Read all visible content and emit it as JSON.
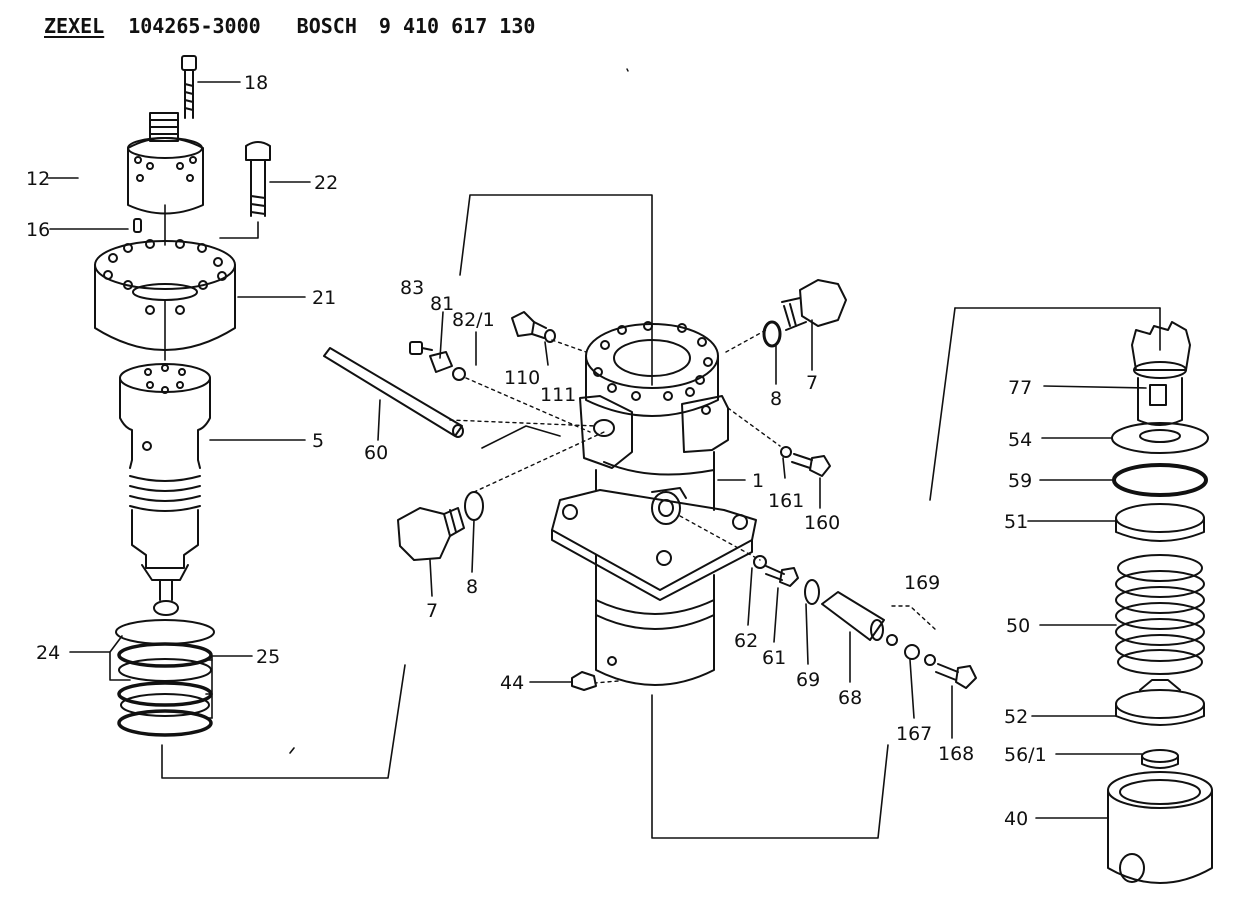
{
  "header": {
    "brand_1": "ZEXEL",
    "part_number_1": "104265-3000",
    "brand_2": "BOSCH",
    "part_number_2": "9 410 617 130"
  },
  "callouts": {
    "c18": "18",
    "c12": "12",
    "c22": "22",
    "c16": "16",
    "c21": "21",
    "c5": "5",
    "c24": "24",
    "c25": "25",
    "c83": "83",
    "c81": "81",
    "c82_1": "82/1",
    "c110": "110",
    "c111": "111",
    "c60": "60",
    "c8a": "8",
    "c7a": "7",
    "c1": "1",
    "c161": "161",
    "c160": "160",
    "c8b": "8",
    "c7b": "7",
    "c62": "62",
    "c61": "61",
    "c69": "69",
    "c68": "68",
    "c169": "169",
    "c167": "167",
    "c168": "168",
    "c44": "44",
    "c77": "77",
    "c54": "54",
    "c59": "59",
    "c51": "51",
    "c50": "50",
    "c52": "52",
    "c56_1": "56/1",
    "c40": "40"
  }
}
